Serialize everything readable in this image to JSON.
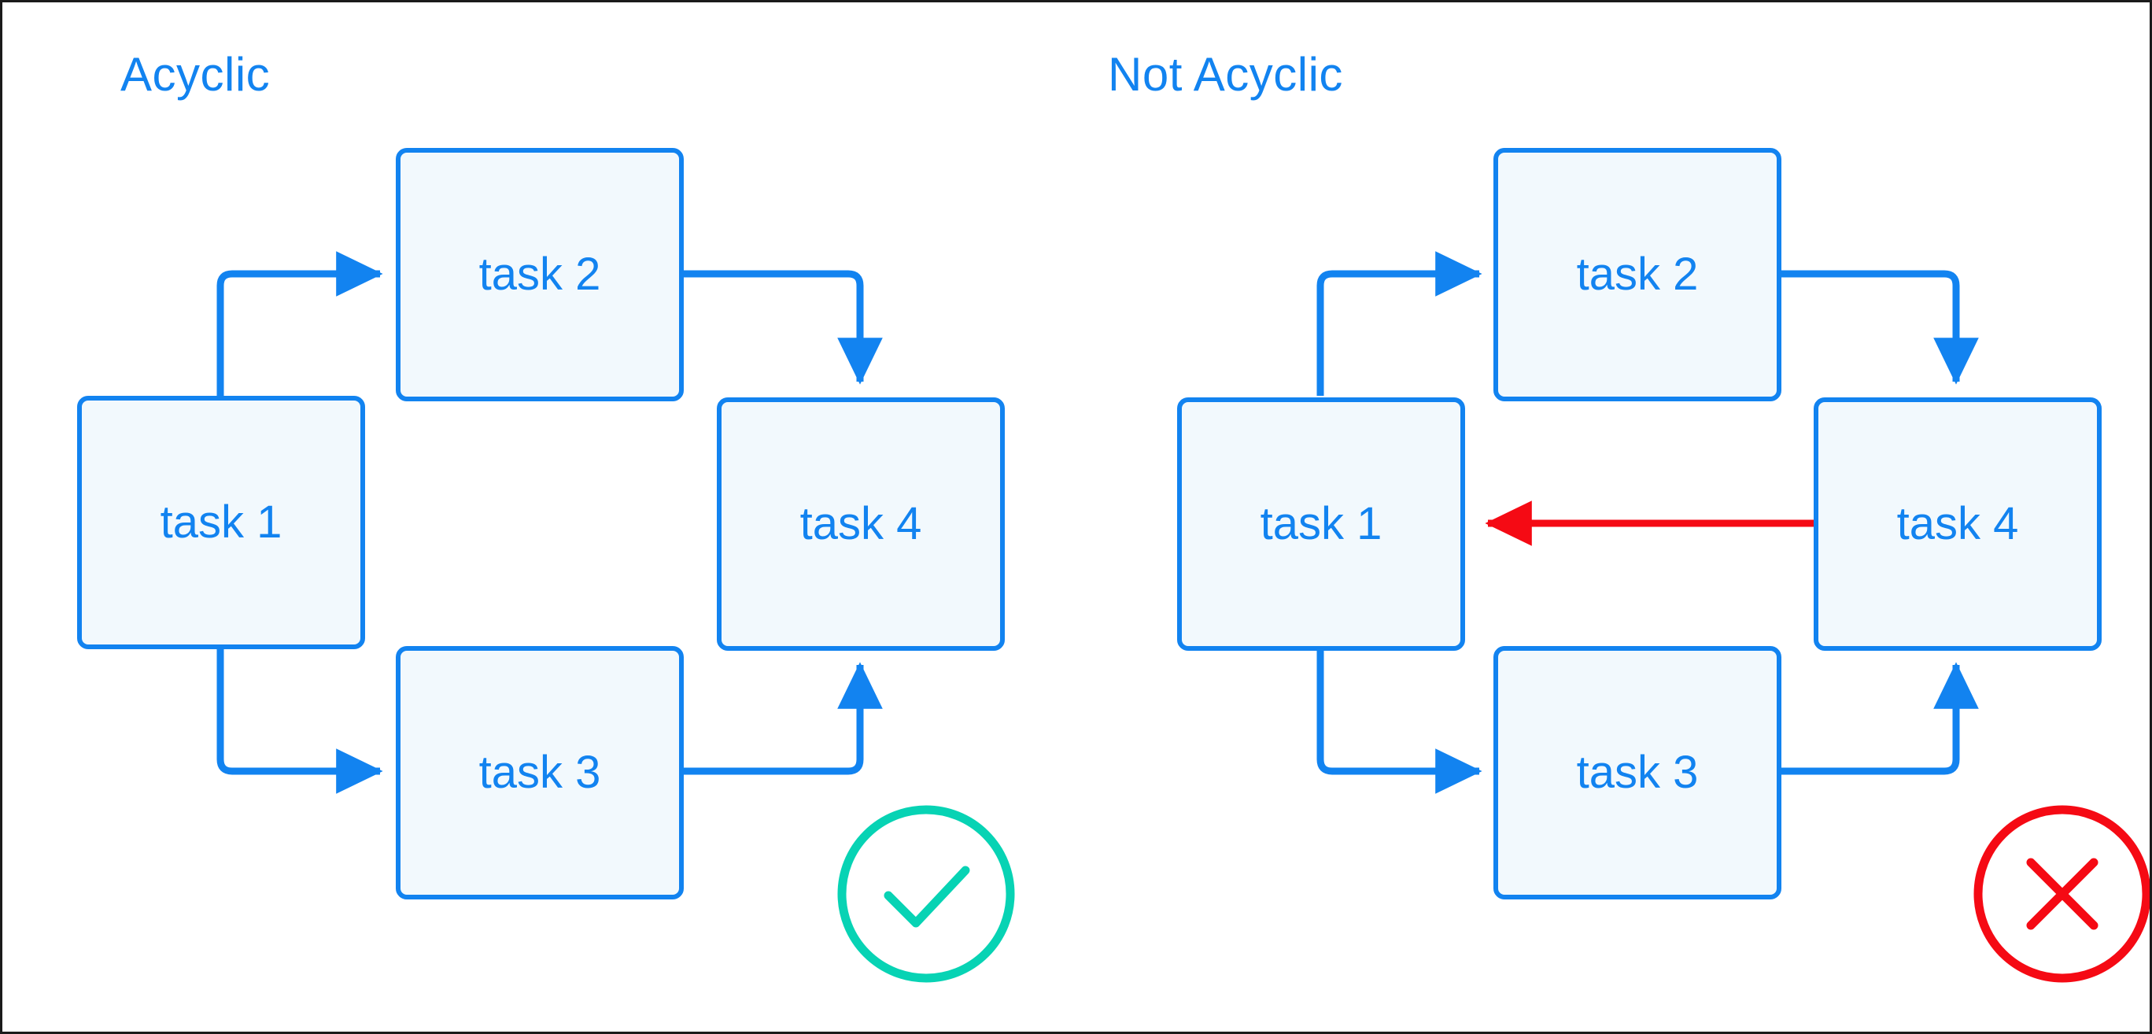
{
  "diagram": {
    "title_color": "#1283f0",
    "node_border_color": "#1283f0",
    "node_fill_color": "#f2f9fd",
    "node_text_color": "#1283f0",
    "edge_color": "#1283f0",
    "cycle_edge_color": "#f50a14",
    "ok_badge_color": "#07d3b4",
    "bad_badge_color": "#f50a14",
    "frame_border_color": "#1b1b1b"
  },
  "panels": [
    {
      "id": "acyclic",
      "title": "Acyclic",
      "nodes": [
        {
          "id": "task1",
          "label": "task 1"
        },
        {
          "id": "task2",
          "label": "task 2"
        },
        {
          "id": "task3",
          "label": "task 3"
        },
        {
          "id": "task4",
          "label": "task 4"
        }
      ],
      "edges": [
        {
          "from": "task1",
          "to": "task2",
          "color": "#1283f0"
        },
        {
          "from": "task1",
          "to": "task3",
          "color": "#1283f0"
        },
        {
          "from": "task2",
          "to": "task4",
          "color": "#1283f0"
        },
        {
          "from": "task3",
          "to": "task4",
          "color": "#1283f0"
        }
      ],
      "status": {
        "icon": "check-circle-icon",
        "meaning": "valid"
      }
    },
    {
      "id": "not-acyclic",
      "title": "Not Acyclic",
      "nodes": [
        {
          "id": "task1",
          "label": "task 1"
        },
        {
          "id": "task2",
          "label": "task 2"
        },
        {
          "id": "task3",
          "label": "task 3"
        },
        {
          "id": "task4",
          "label": "task 4"
        }
      ],
      "edges": [
        {
          "from": "task1",
          "to": "task2",
          "color": "#1283f0"
        },
        {
          "from": "task1",
          "to": "task3",
          "color": "#1283f0"
        },
        {
          "from": "task2",
          "to": "task4",
          "color": "#1283f0"
        },
        {
          "from": "task3",
          "to": "task4",
          "color": "#1283f0"
        },
        {
          "from": "task4",
          "to": "task1",
          "color": "#f50a14"
        }
      ],
      "status": {
        "icon": "x-circle-icon",
        "meaning": "invalid"
      }
    }
  ]
}
